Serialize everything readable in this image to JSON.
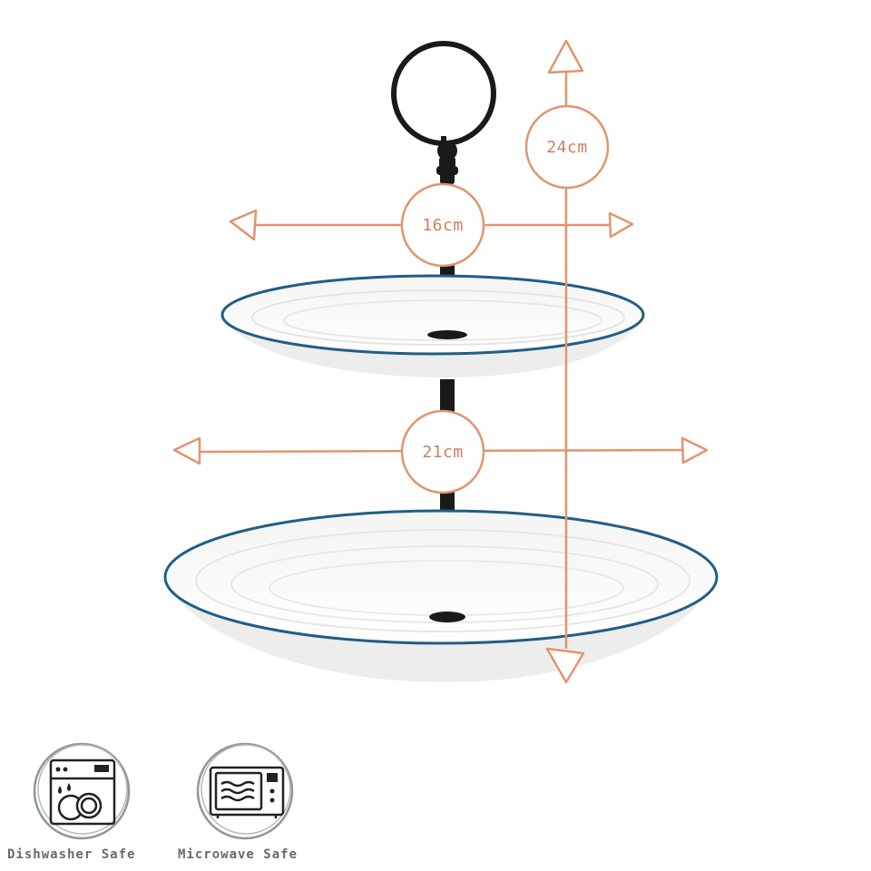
{
  "dimensions": {
    "height": "24cm",
    "top_tier_diameter": "16cm",
    "bottom_tier_diameter": "21cm"
  },
  "badges": [
    {
      "label": "Dishwasher Safe",
      "icon": "dishwasher-icon"
    },
    {
      "label": "Microwave Safe",
      "icon": "microwave-icon"
    }
  ],
  "colors": {
    "dimension_lines": "#e0956f",
    "plate_rim": "#1f5e86",
    "stand": "#1a1a1a",
    "badge_outline": "#8f969c"
  }
}
